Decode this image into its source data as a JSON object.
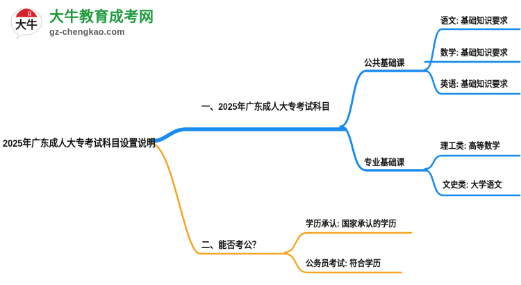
{
  "brand": {
    "logo_mark_text": "大牛",
    "title": "大牛教育成考网",
    "domain": "gz-chengkao.com",
    "green": "#1d9a3c",
    "red": "#d6202a",
    "gray": "#5b5b5b"
  },
  "colors": {
    "branch_blue": "#1a8cf0",
    "branch_orange": "#f5a623",
    "text": "#141414",
    "background": "#ffffff"
  },
  "mindmap": {
    "root": {
      "label": "2025年广东成人大专考试科目设置说明"
    },
    "branches": [
      {
        "label": "一、2025年广东成人大专考试科目",
        "color": "#1a8cf0",
        "children": [
          {
            "label": "公共基础课",
            "children": [
              {
                "label": "语文: 基础知识要求"
              },
              {
                "label": "数学: 基础知识要求"
              },
              {
                "label": "英语: 基础知识要求"
              }
            ]
          },
          {
            "label": "专业基础课",
            "children": [
              {
                "label": "理工类: 高等数学"
              },
              {
                "label": "文史类: 大学语文"
              }
            ]
          }
        ]
      },
      {
        "label": "二、能否考公？",
        "color": "#f5a623",
        "children": [
          {
            "label": "学历承认: 国家承认的学历"
          },
          {
            "label": "公务员考试: 符合学历"
          }
        ]
      }
    ]
  }
}
